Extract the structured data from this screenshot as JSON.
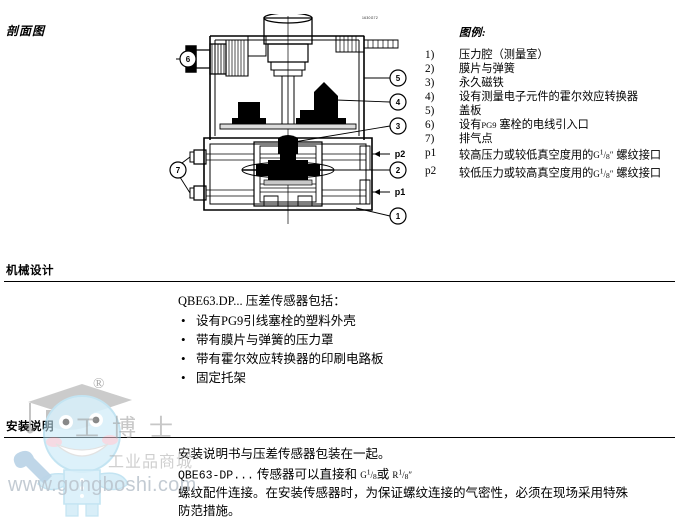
{
  "figure": {
    "title": "剖面图",
    "code": "1630G72",
    "callouts": [
      "1",
      "2",
      "3",
      "4",
      "5",
      "6",
      "7",
      "p1",
      "p2"
    ]
  },
  "legend": {
    "title": "图例:",
    "items": [
      {
        "key": "1)",
        "text": "压力腔（测量室）"
      },
      {
        "key": "2)",
        "text": "膜片与弹簧"
      },
      {
        "key": "3)",
        "text": "永久磁铁"
      },
      {
        "key": "4)",
        "text": "设有测量电子元件的霍尔效应转换器"
      },
      {
        "key": "5)",
        "text": "盖板"
      },
      {
        "key": "6)",
        "text": "设有PG9 塞栓的电线引入口"
      },
      {
        "key": "7)",
        "text": "排气点"
      },
      {
        "key": "p1",
        "text": "较高压力或较低真空度用的G¹/₈″ 螺纹接口"
      },
      {
        "key": "p2",
        "text": "较低压力或较高真空度用的G¹/₈″ 螺纹接口"
      }
    ],
    "p1_prefix": "较高压力或较低真空度用的",
    "p1_thread_letter": "G",
    "p1_suffix": "螺纹接口",
    "p2_prefix": "较低压力或较高真空度用的",
    "p2_thread_letter": "G",
    "p2_suffix": "螺纹接口",
    "thread_num": "1",
    "thread_den": "8",
    "thread_mark": "″"
  },
  "sections": [
    {
      "heading": "机械设计",
      "lead": "QBE63.DP... 压差传感器包括：",
      "bullets": [
        "设有PG9引线塞栓的塑料外壳",
        "带有膜片与弹簧的压力罩",
        "带有霍尔效应转换器的印刷电路板",
        "固定托架"
      ]
    },
    {
      "heading": "安装说明",
      "lines": [
        "安装说明书与压差传感器包装在一起。",
        "螺纹配件连接。在安装传感器时，为保证螺纹连接的气密性，必须在现场采用特殊",
        "防范措施。"
      ],
      "model_line": {
        "model": "QBE63-DP...",
        "text_a": "传感器可以直接和",
        "thread_a_letter": "G",
        "text_b": "或",
        "thread_b_letter": "R",
        "num": "1",
        "den": "8",
        "mark": "″"
      }
    }
  ],
  "watermark": {
    "registered": "®",
    "brand": "工博士",
    "subtitle": "工业品商城",
    "url": "www.gongboshi.com"
  }
}
